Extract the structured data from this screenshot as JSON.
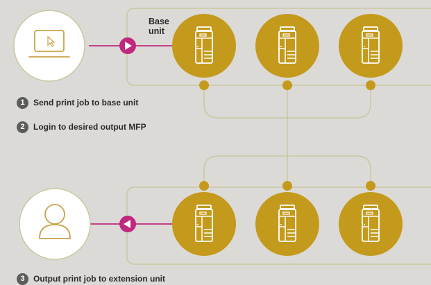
{
  "colors": {
    "background": "#dcdad6",
    "gold": "#c49a1c",
    "magenta": "#c0287e",
    "panel_stroke": "#c9c7a1",
    "circle_white": "#ffffff",
    "icon_line": "#ffffff",
    "step_badge": "#5c5c5c"
  },
  "base_unit": {
    "label_line1": "Base",
    "label_line2": "unit"
  },
  "steps": [
    {
      "number": "1",
      "text": "Send print job to base unit"
    },
    {
      "number": "2",
      "text": "Login to desired output MFP"
    },
    {
      "number": "3",
      "text": "Output print job to extension unit"
    }
  ],
  "icons": {
    "sender": "laptop-icon",
    "receiver": "user-icon",
    "device": "printer-mfp-icon",
    "send_arrow": "play-right-icon",
    "receive_arrow": "play-left-icon"
  }
}
